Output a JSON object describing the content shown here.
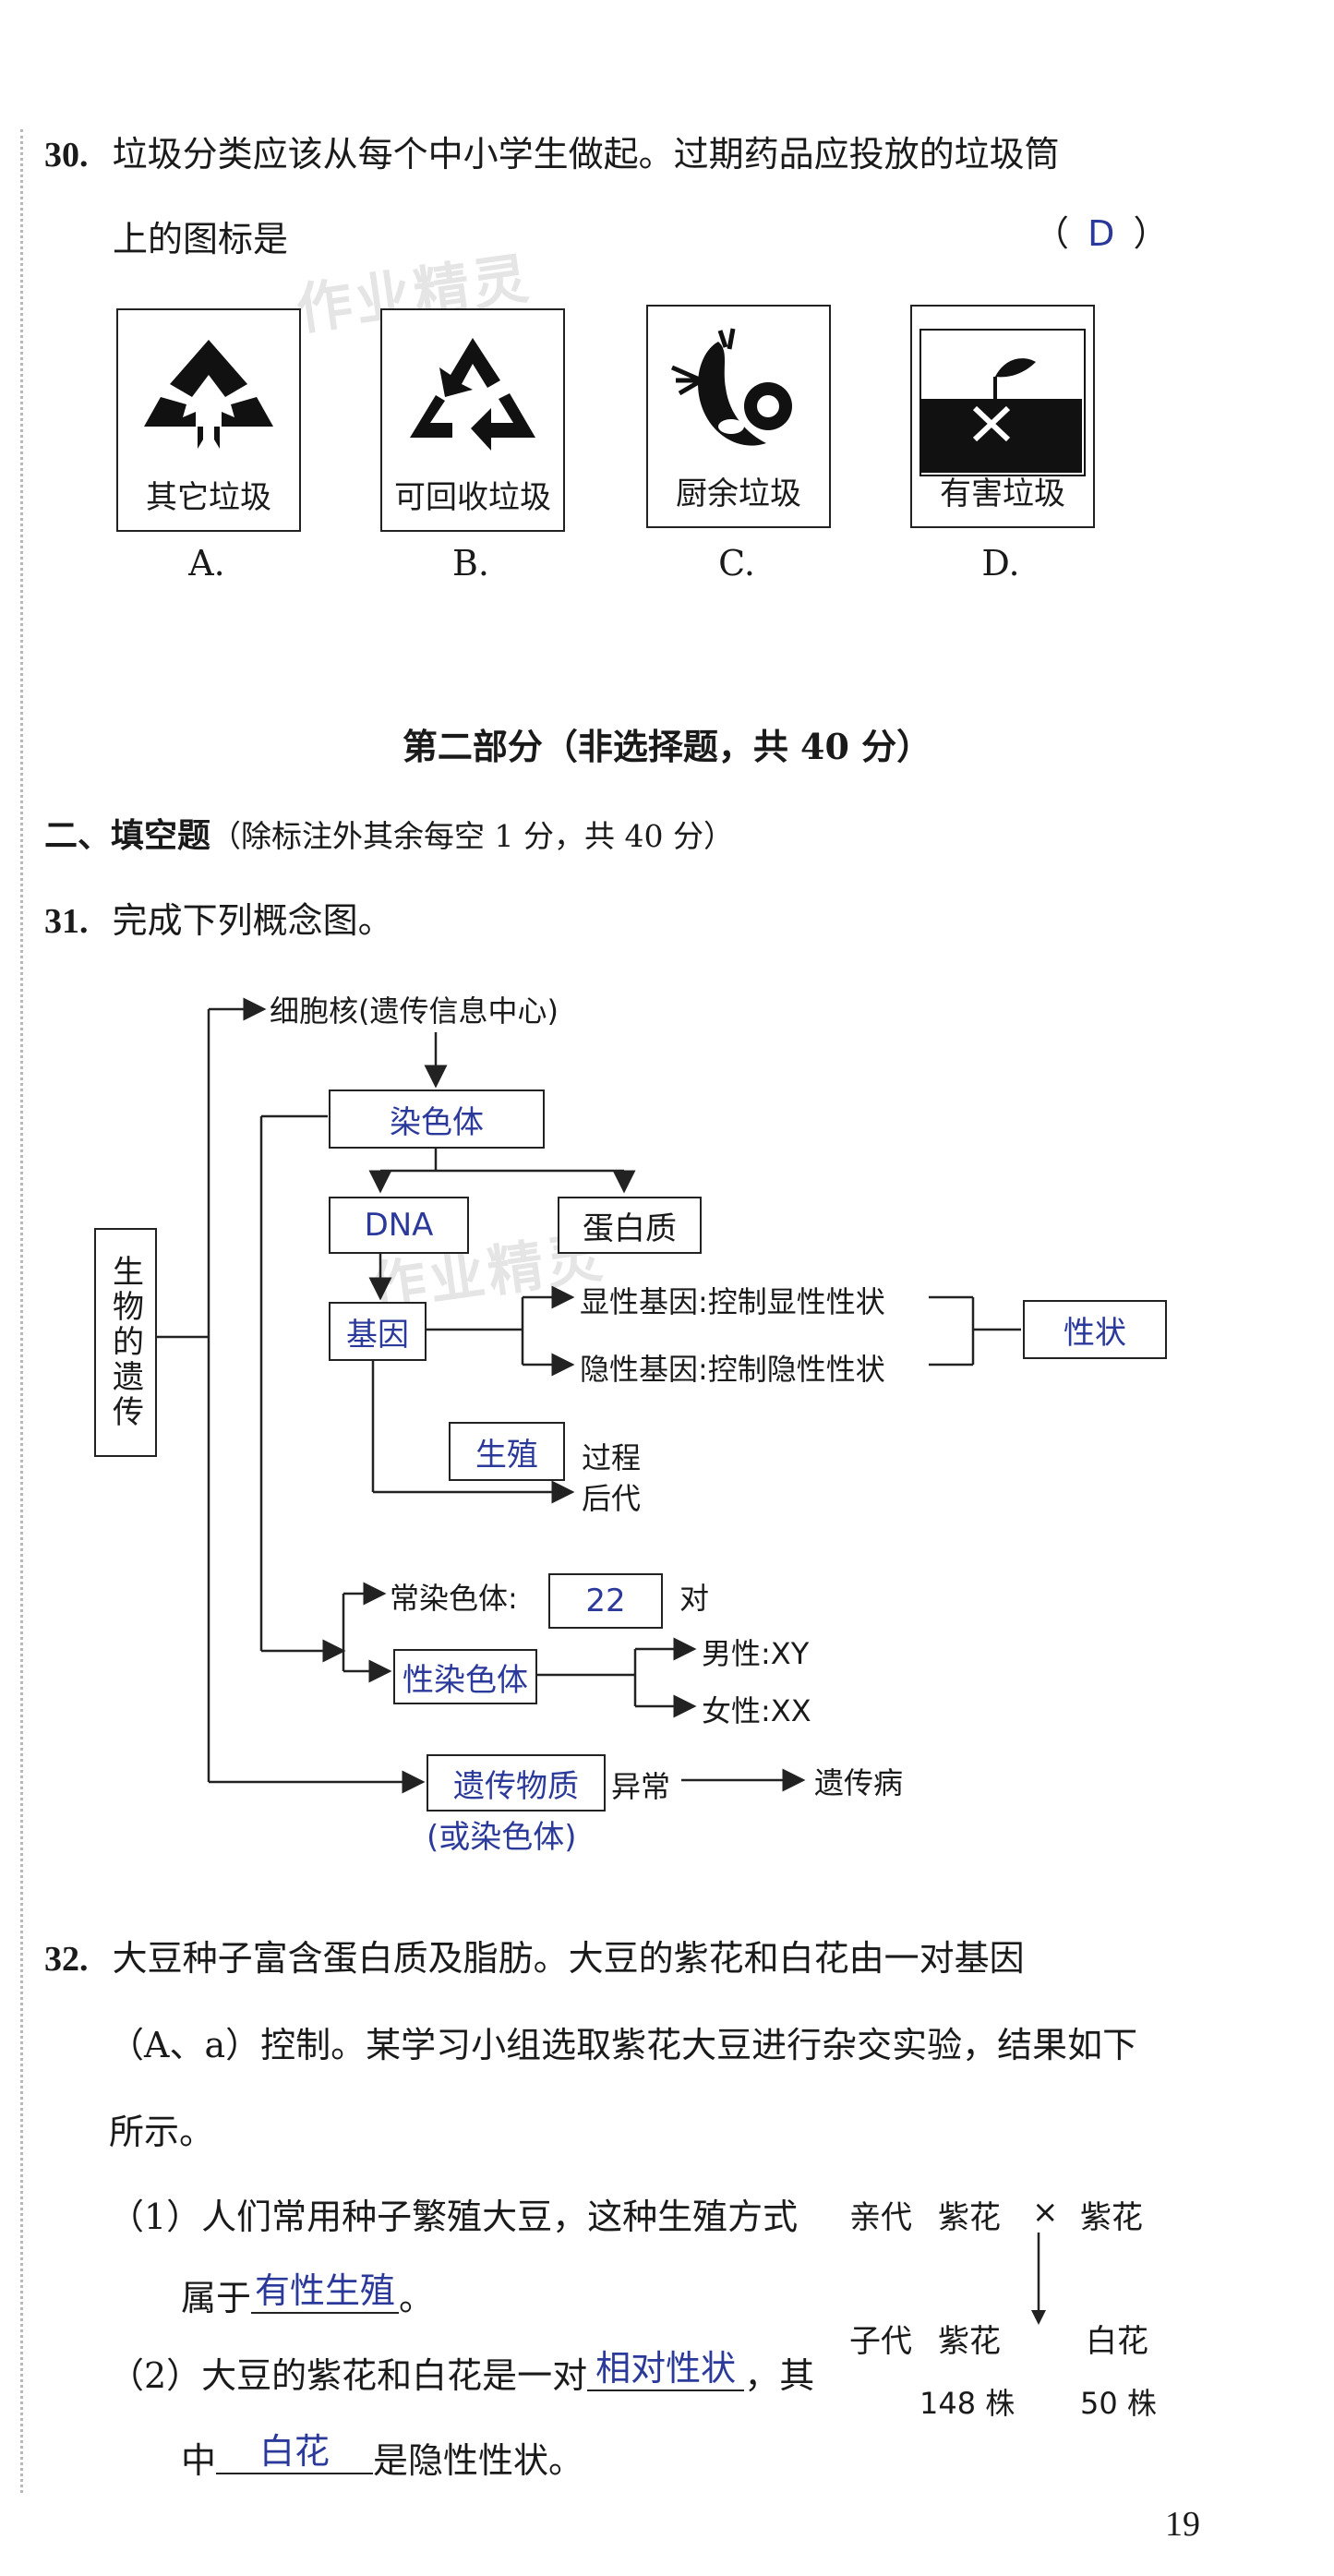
{
  "q30": {
    "number": "30.",
    "line1": "垃圾分类应该从每个中小学生做起。过期药品应投放的垃圾筒",
    "line2": "上的图标是",
    "paren_open": "（",
    "answer": "D",
    "paren_close": "）",
    "options": [
      {
        "letter": "A.",
        "label": "其它垃圾",
        "icon": "other-waste-icon"
      },
      {
        "letter": "B.",
        "label": "可回收垃圾",
        "icon": "recycle-icon"
      },
      {
        "letter": "C.",
        "label": "厨余垃圾",
        "icon": "food-waste-icon"
      },
      {
        "letter": "D.",
        "label": "有害垃圾",
        "icon": "hazardous-waste-icon"
      }
    ]
  },
  "part2": {
    "title": "第二部分（非选择题，共 40 分）",
    "section_title": "二、填空题",
    "section_note": "（除标注外其余每空 1 分，共 40 分）"
  },
  "q31": {
    "number": "31.",
    "text": "完成下列概念图。",
    "diagram": {
      "root": "生物的遗传",
      "nucleus": "细胞核(遗传信息中心)",
      "chromosome": "染色体",
      "dna": "DNA",
      "protein": "蛋白质",
      "gene": "基因",
      "dominant_gene": "显性基因:控制显性性状",
      "recessive_gene": "隐性基因:控制隐性性状",
      "trait": "性状",
      "reproduction": "生殖",
      "process": "过程",
      "offspring": "后代",
      "autosome_label": "常染色体:",
      "autosome_count": "22",
      "pair_unit": "对",
      "sex_chromosome": "性染色体",
      "male": "男性:XY",
      "female": "女性:XX",
      "genetic_material": "遗传物质",
      "genetic_material_alt": "(或染色体)",
      "abnormal": "异常",
      "genetic_disease": "遗传病"
    }
  },
  "q32": {
    "number": "32.",
    "line1": "大豆种子富含蛋白质及脂肪。大豆的紫花和白花由一对基因",
    "line2": "（A、a）控制。某学习小组选取紫花大豆进行杂交实验，结果如下",
    "line3": "所示。",
    "sub1_prefix": "（1）人们常用种子繁殖大豆，这种生殖方式",
    "sub1_line2_prefix": "属于",
    "sub1_answer": "有性生殖",
    "sub1_suffix": "。",
    "sub2_prefix": "（2）大豆的紫花和白花是一对",
    "sub2_answer": "相对性状",
    "sub2_suffix": "，其",
    "sub2_line2_prefix": "中",
    "sub2_answer2": "白花",
    "sub2_line2_suffix": "是隐性性状。",
    "cross": {
      "parent_label": "亲代",
      "parent1": "紫花",
      "cross_symbol": "×",
      "parent2": "紫花",
      "offspring_label": "子代",
      "child1": "紫花",
      "child2": "白花",
      "count1": "148 株",
      "count2": "50 株"
    }
  },
  "page_number": "19",
  "watermark": "作业精灵"
}
